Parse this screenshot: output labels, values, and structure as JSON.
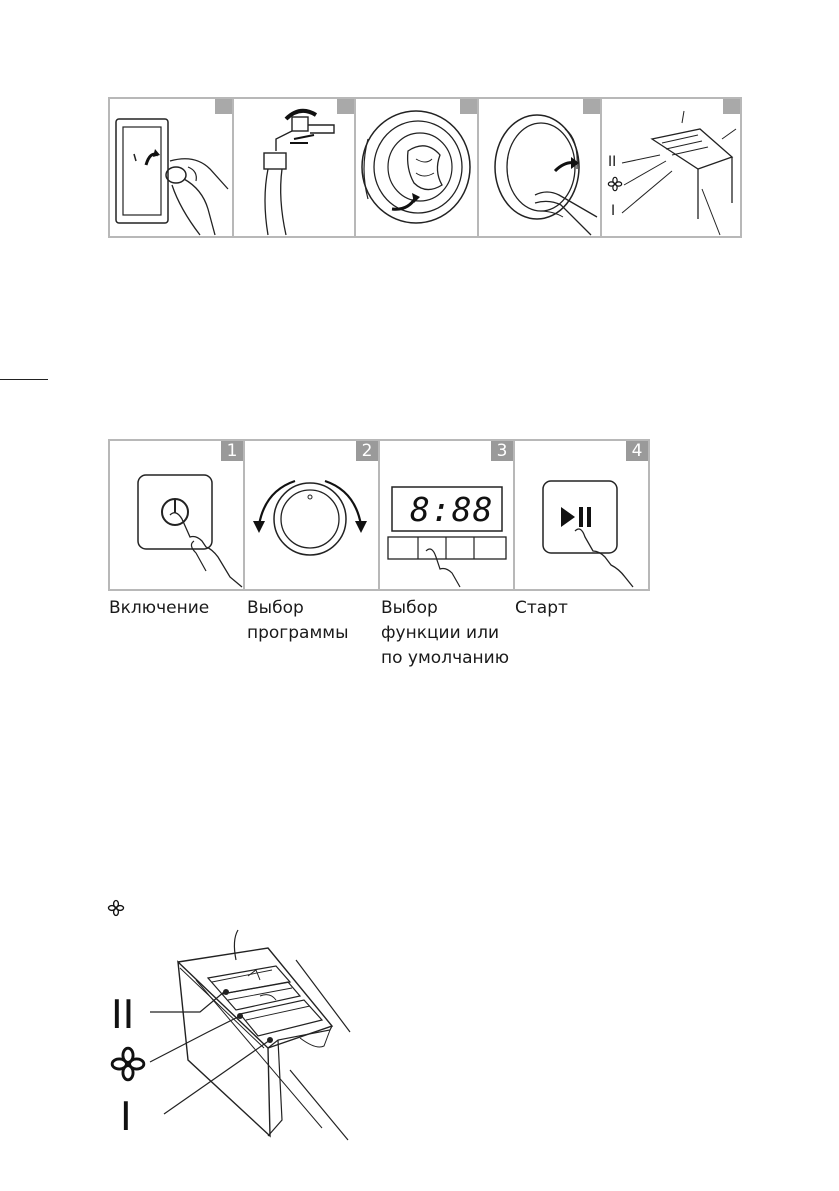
{
  "top_strip": {
    "panels": [
      {
        "name": "plug-in"
      },
      {
        "name": "connect-water-tap"
      },
      {
        "name": "load-laundry"
      },
      {
        "name": "close-door"
      },
      {
        "name": "detergent-drawer",
        "labels": [
          "II",
          "I"
        ]
      }
    ]
  },
  "steps": [
    {
      "number": "1",
      "caption": "Включение"
    },
    {
      "number": "2",
      "caption": "Выбор\nпрограммы"
    },
    {
      "number": "3",
      "caption": "Выбор\nфункции или\nпо умолчанию",
      "display": "8:88"
    },
    {
      "number": "4",
      "caption": "Старт"
    }
  ],
  "drawer": {
    "labels": [
      "II",
      "I"
    ],
    "icon": "flower-softener-icon"
  }
}
